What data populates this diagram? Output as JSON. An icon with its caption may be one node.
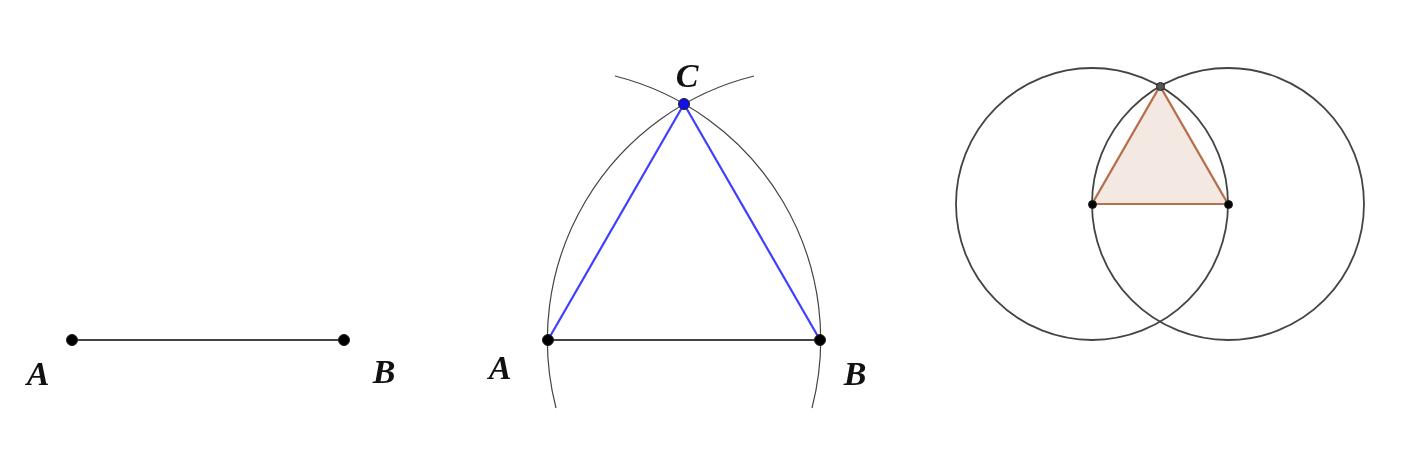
{
  "diagram": {
    "nodes": [
      {
        "text": [],
        "shape": "circle",
        "beside": [
          "A"
        ]
      },
      {
        "text": [],
        "shape": "circle",
        "beside": [
          "B"
        ]
      },
      {
        "text": [],
        "shape": "circle",
        "beside": [
          "A"
        ]
      },
      {
        "text": [],
        "shape": "circle",
        "beside": [
          "B"
        ]
      },
      {
        "text": [],
        "shape": "circle",
        "beside": [
          "C"
        ]
      },
      {
        "text": [],
        "shape": "circle"
      },
      {
        "text": [],
        "shape": "circle"
      },
      {
        "text": [],
        "shape": "circle"
      }
    ],
    "edges": [
      {
        "from": 0,
        "to": 1,
        "arrow": "none",
        "color": "#444444"
      },
      {
        "from": 2,
        "to": 3,
        "arrow": "none",
        "color": "#444444"
      },
      {
        "from": 2,
        "to": 4,
        "arrow": "none",
        "color": "#3f3fff"
      },
      {
        "from": 3,
        "to": 4,
        "arrow": "none",
        "color": "#3f3fff"
      },
      {
        "from": 5,
        "to": 6,
        "arrow": "none",
        "color": "#b8704a"
      },
      {
        "from": 6,
        "to": 7,
        "arrow": "none",
        "color": "#b8704a"
      },
      {
        "from": 7,
        "to": 5,
        "arrow": "none",
        "color": "#b8704a"
      }
    ]
  }
}
